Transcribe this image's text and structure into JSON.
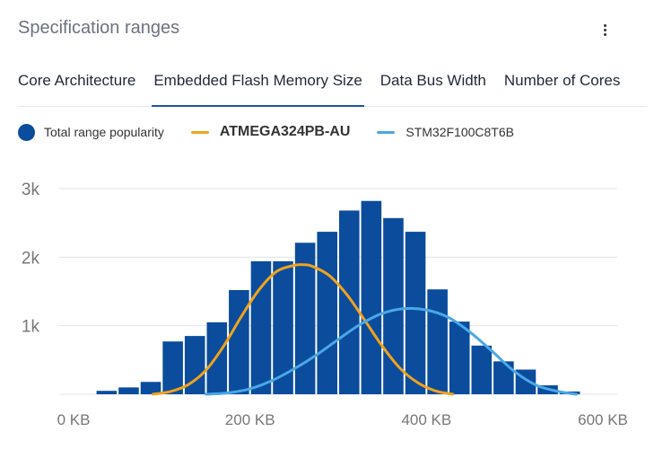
{
  "card": {
    "title": "Specification ranges",
    "menu_icon": "more-vertical-icon"
  },
  "tabs": [
    {
      "label": "Core Architecture",
      "active": false
    },
    {
      "label": "Embedded Flash Memory Size",
      "active": true
    },
    {
      "label": "Data Bus Width",
      "active": false
    },
    {
      "label": "Number of Cores",
      "active": false
    }
  ],
  "colors": {
    "bars": "#0b4c9c",
    "orange": "#f0a31c",
    "light_blue": "#4aa8e8",
    "grid": "#dfe3e8",
    "tick_text": "#777777"
  },
  "legend": {
    "bars_label": "Total range popularity",
    "series_1_label": "ATMEGA324PB-AU",
    "series_2_label": "STM32F100C8T6B"
  },
  "chart_data": {
    "type": "bar",
    "x_unit": "KB",
    "bin_width": 25,
    "x_ticks": [
      0,
      200,
      400,
      600
    ],
    "x_tick_labels": [
      "0 KB",
      "200 KB",
      "400 KB",
      "600 KB"
    ],
    "y_ticks": [
      1000,
      2000,
      3000
    ],
    "y_tick_labels": [
      "1k",
      "2k",
      "3k"
    ],
    "ylim": [
      0,
      3000
    ],
    "xlim": [
      0,
      600
    ],
    "grid": true,
    "bins_start": [
      25,
      50,
      75,
      100,
      125,
      150,
      175,
      200,
      225,
      250,
      275,
      300,
      325,
      350,
      375,
      400,
      425,
      450,
      475,
      500,
      525,
      550,
      575
    ],
    "values": [
      50,
      100,
      180,
      770,
      850,
      1050,
      1520,
      1940,
      1940,
      2210,
      2370,
      2680,
      2820,
      2570,
      2370,
      1530,
      1060,
      710,
      480,
      360,
      130,
      40,
      0
    ],
    "series": [
      {
        "name": "ATMEGA324PB-AU",
        "x": [
          90,
          110,
          130,
          150,
          170,
          190,
          210,
          230,
          250,
          260,
          270,
          290,
          310,
          330,
          350,
          370,
          390,
          410,
          430
        ],
        "y": [
          0,
          40,
          140,
          350,
          700,
          1130,
          1520,
          1790,
          1880,
          1890,
          1870,
          1730,
          1450,
          1080,
          700,
          380,
          170,
          50,
          0
        ]
      },
      {
        "name": "STM32F100C8T6B",
        "x": [
          150,
          175,
          200,
          225,
          250,
          275,
          300,
          325,
          350,
          375,
          400,
          425,
          450,
          475,
          500,
          525,
          550,
          570
        ],
        "y": [
          0,
          20,
          80,
          200,
          370,
          570,
          800,
          1020,
          1180,
          1250,
          1230,
          1120,
          900,
          620,
          330,
          130,
          40,
          0
        ]
      }
    ]
  }
}
